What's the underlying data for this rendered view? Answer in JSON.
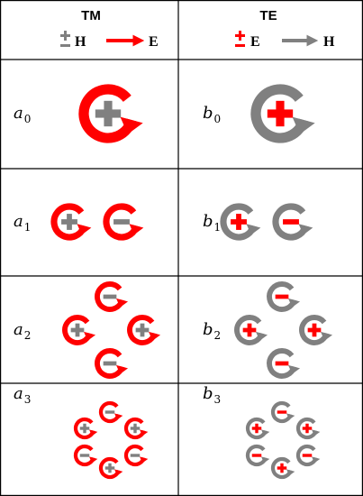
{
  "header": {
    "tm": {
      "title": "TM",
      "legend_pm_label": "H",
      "legend_arrow_label": "E",
      "pm_color": "#808080",
      "arrow_color": "#ff0000"
    },
    "te": {
      "title": "TE",
      "legend_pm_label": "E",
      "legend_arrow_label": "H",
      "pm_color": "#ff0000",
      "arrow_color": "#808080"
    }
  },
  "colors": {
    "red": "#ff0000",
    "gray": "#808080",
    "grid": "#000000"
  },
  "rows": [
    {
      "tm": {
        "base": "a",
        "sub": "0",
        "charges": [
          "+"
        ]
      },
      "te": {
        "base": "b",
        "sub": "0",
        "charges": [
          "+"
        ]
      }
    },
    {
      "tm": {
        "base": "a",
        "sub": "1",
        "charges": [
          "+",
          "-"
        ]
      },
      "te": {
        "base": "b",
        "sub": "1",
        "charges": [
          "+",
          "-"
        ]
      }
    },
    {
      "tm": {
        "base": "a",
        "sub": "2",
        "charges": [
          "-",
          "+",
          "+",
          "-"
        ]
      },
      "te": {
        "base": "b",
        "sub": "2",
        "charges": [
          "-",
          "+",
          "+",
          "-"
        ]
      }
    },
    {
      "tm": {
        "base": "a",
        "sub": "3",
        "charges": [
          "-",
          "+",
          "+",
          "-",
          "-",
          "+"
        ]
      },
      "te": {
        "base": "b",
        "sub": "3",
        "charges": [
          "-",
          "+",
          "+",
          "-",
          "-",
          "+"
        ]
      }
    }
  ]
}
